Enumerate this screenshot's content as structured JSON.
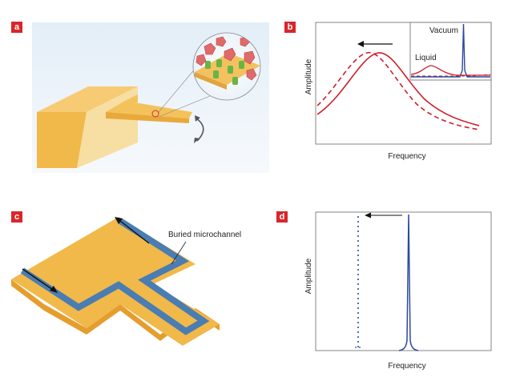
{
  "panels": {
    "a": {
      "label": "a"
    },
    "b": {
      "label": "b",
      "xlabel": "Frequency",
      "ylabel": "Amplitude",
      "inset_vacuum": "Vacuum",
      "inset_liquid": "Liquid"
    },
    "c": {
      "label": "c",
      "annotation": "Buried microchannel"
    },
    "d": {
      "label": "d",
      "xlabel": "Frequency",
      "ylabel": "Amplitude"
    }
  },
  "colors": {
    "panel_label": "#d9262b",
    "resonance_red": "#cc1f2b",
    "resonance_blue": "#2d4a9e",
    "cantilever": "#f1b84a",
    "channel": "#4a7db1"
  },
  "chart_data": [
    {
      "type": "line",
      "panel": "b",
      "xlabel": "Frequency",
      "ylabel": "Amplitude",
      "series": [
        {
          "style": "solid",
          "color": "#cc1f2b",
          "x": [
            0,
            0.2,
            0.35,
            0.45,
            0.55,
            0.7,
            0.85,
            1.0
          ],
          "y": [
            0.3,
            0.55,
            0.85,
            1.0,
            0.85,
            0.45,
            0.25,
            0.18
          ]
        },
        {
          "style": "dashed",
          "color": "#cc1f2b",
          "x": [
            0,
            0.2,
            0.3,
            0.38,
            0.5,
            0.65,
            0.8,
            1.0
          ],
          "y": [
            0.35,
            0.65,
            0.95,
            1.0,
            0.75,
            0.38,
            0.22,
            0.15
          ]
        }
      ],
      "inset_series": [
        {
          "name": "Vacuum",
          "style": "solid",
          "color": "#2d4a9e"
        },
        {
          "name": "Liquid",
          "style": "solid",
          "color": "#cc1f2b"
        },
        {
          "style": "dashed",
          "color": "#cc1f2b"
        }
      ]
    },
    {
      "type": "line",
      "panel": "d",
      "xlabel": "Frequency",
      "ylabel": "Amplitude",
      "series": [
        {
          "style": "solid",
          "color": "#2d4a9e"
        },
        {
          "style": "dotted",
          "color": "#2d4a9e"
        }
      ]
    }
  ]
}
